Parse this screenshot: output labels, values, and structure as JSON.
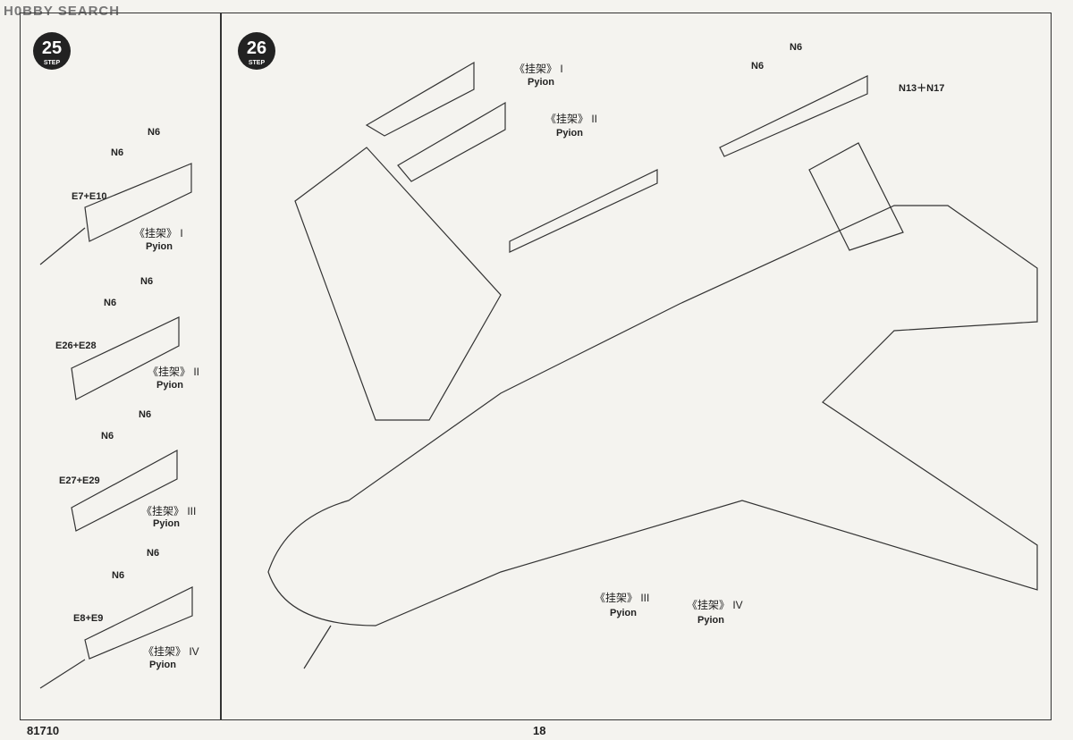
{
  "watermark": "H0BBY SEARCH",
  "steps": [
    {
      "num": "25",
      "word": "STEP"
    },
    {
      "num": "26",
      "word": "STEP"
    }
  ],
  "left": [
    {
      "n1": "N6",
      "n2": "N6",
      "part": "E7+E10",
      "zh": "《挂架》 I",
      "en": "Pyion"
    },
    {
      "n1": "N6",
      "n2": "N6",
      "part": "E26+E28",
      "zh": "《挂架》 II",
      "en": "Pyion"
    },
    {
      "n1": "N6",
      "n2": "N6",
      "part": "E27+E29",
      "zh": "《挂架》 III",
      "en": "Pyion"
    },
    {
      "n1": "N6",
      "n2": "N6",
      "part": "E8+E9",
      "zh": "《挂架》 IV",
      "en": "Pyion"
    }
  ],
  "right": {
    "p1": {
      "zh": "《挂架》 I",
      "en": "Pyion"
    },
    "p2": {
      "zh": "《挂架》 II",
      "en": "Pyion"
    },
    "p3": {
      "zh": "《挂架》 III",
      "en": "Pyion"
    },
    "p4": {
      "zh": "《挂架》 IV",
      "en": "Pyion"
    },
    "n6a": "N6",
    "n6b": "N6",
    "n13": "N13＋N17"
  },
  "footer": {
    "code": "81710",
    "page": "18"
  }
}
